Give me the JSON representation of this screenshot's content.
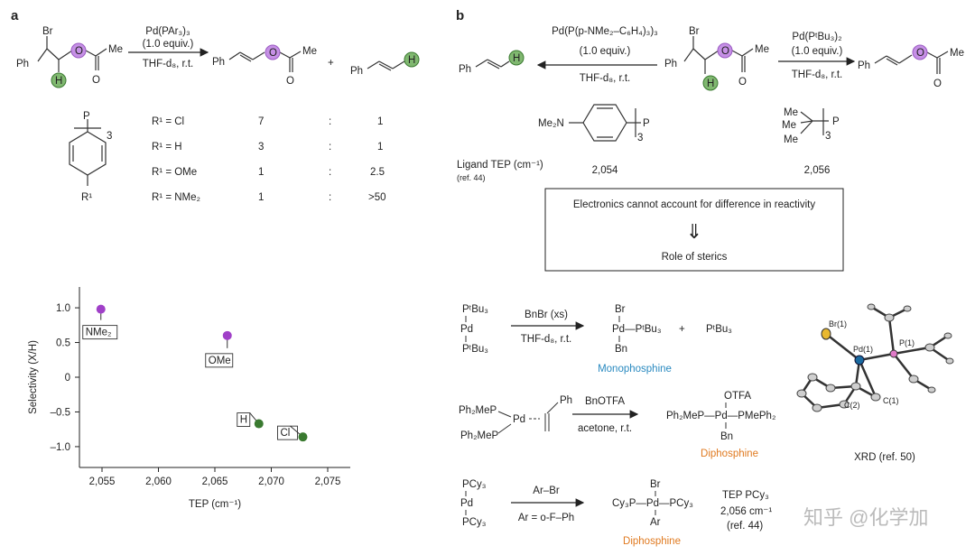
{
  "panel_a": {
    "label": "a",
    "reactant_br": "Br",
    "ph": "Ph",
    "h": "H",
    "o_ring": "O",
    "o_carbonyl": "O",
    "me": "Me",
    "conditions": [
      "Pd(PAr₃)₃",
      "(1.0 equiv.)",
      "THF-d₈, r.t."
    ],
    "plus": "+",
    "ligand_p": "P",
    "ligand_sub": "3",
    "ligand_r": "R¹",
    "table": [
      {
        "sub": "R¹ = Cl",
        "left": "7",
        "colon": ":",
        "right": "1"
      },
      {
        "sub": "R¹ = H",
        "left": "3",
        "colon": ":",
        "right": "1"
      },
      {
        "sub": "R¹ = OMe",
        "left": "1",
        "colon": ":",
        "right": "2.5"
      },
      {
        "sub": "R¹ = NMe₂",
        "left": "1",
        "colon": ":",
        "right": ">50"
      }
    ]
  },
  "chart_data": {
    "type": "scatter",
    "xlabel": "TEP (cm⁻¹)",
    "ylabel": "Selectivity (X/H)",
    "xlim": [
      2053,
      2077
    ],
    "ylim": [
      -1.3,
      1.3
    ],
    "xticks": [
      2055,
      2060,
      2065,
      2070,
      2075
    ],
    "xtick_labels": [
      "2,055",
      "2,060",
      "2,065",
      "2,070",
      "2,075"
    ],
    "yticks": [
      1.0,
      0.5,
      0,
      -0.5,
      -1.0
    ],
    "ytick_labels": [
      "1.0",
      "0.5",
      "0",
      "–0.5",
      "–1.0"
    ],
    "points": [
      {
        "label": "NMe₂",
        "x": 2054.9,
        "y": 0.98,
        "color": "#a040c8"
      },
      {
        "label": "OMe",
        "x": 2066.1,
        "y": 0.6,
        "color": "#a040c8"
      },
      {
        "label": "H",
        "x": 2068.9,
        "y": -0.67,
        "color": "#3a7a30"
      },
      {
        "label": "Cl",
        "x": 2072.8,
        "y": -0.86,
        "color": "#3a7a30"
      }
    ]
  },
  "panel_b": {
    "label": "b",
    "left_conditions": [
      "Pd(P(p-NMe₂–C₆H₄)₃)₃",
      "(1.0 equiv.)",
      "THF-d₈, r.t."
    ],
    "right_conditions": [
      "Pd(PᵗBu₃)₂",
      "(1.0 equiv.)",
      "THF-d₈, r.t."
    ],
    "ph": "Ph",
    "h": "H",
    "br": "Br",
    "o": "O",
    "me": "Me",
    "me2n": "Me₂N",
    "p": "P",
    "sub3": "3",
    "tep_label": [
      "Ligand TEP (cm⁻¹)",
      "(ref. 44)"
    ],
    "tep_left": "2,054",
    "tep_right": "2,056",
    "box_text": "Electronics cannot account for difference in reactivity",
    "box_arrow": "⟹",
    "box_text2": "Role of sterics",
    "row1": {
      "reactant": [
        "PᵗBu₃",
        "Pd",
        "PᵗBu₃"
      ],
      "reagent": "BnBr (xs)",
      "solvent": "THF-d₈, r.t.",
      "product_top": "Br",
      "product_mid": "Pd—PᵗBu₃",
      "product_bot": "Bn",
      "plus": "+",
      "byproduct": "PᵗBu₃",
      "caption": "Monophosphine"
    },
    "row2": {
      "reactant": [
        "Ph₂MeP",
        "Pd",
        "Ph₂MeP",
        "Ph"
      ],
      "reagent": "BnOTFA",
      "solvent": "acetone, r.t.",
      "product_top": "OTFA",
      "product_mid": "Ph₂MeP—Pd—PMePh₂",
      "product_bot": "Bn",
      "caption": "Diphosphine"
    },
    "row3": {
      "reactant": [
        "PCy₃",
        "Pd",
        "PCy₃"
      ],
      "reagent": "Ar–Br",
      "solvent": "Ar = o-F–Ph",
      "product_top": "Br",
      "product_mid": "Cy₃P—Pd—PCy₃",
      "product_bot": "Ar",
      "caption": "Diphosphine",
      "tep": [
        "TEP PCy₃",
        "2,056 cm⁻¹",
        "(ref. 44)"
      ]
    },
    "xrd_labels": [
      "Br(1)",
      "Pd(1)",
      "P(1)",
      "C(1)",
      "C(2)"
    ],
    "xrd_caption": "XRD (ref. 50)"
  },
  "watermark": "知乎 @化学加"
}
